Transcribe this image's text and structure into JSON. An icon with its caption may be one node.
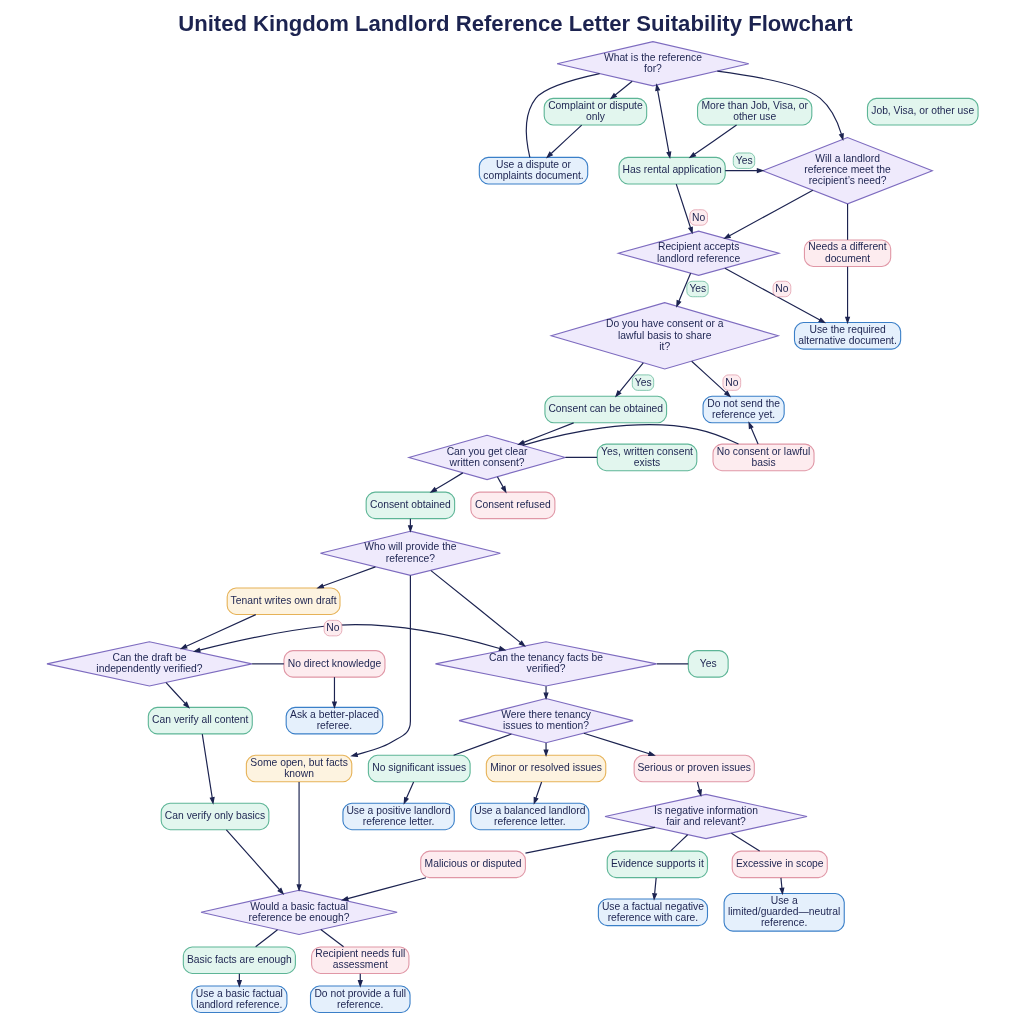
{
  "diagram": {
    "title": "United Kingdom Landlord Reference Letter Suitability Flowchart",
    "nodes": [
      {
        "text": [
          "What is the reference for?"
        ]
      },
      {
        "text": [
          "More than Job, Visa, or other use"
        ]
      },
      {
        "text": [
          "Job, Visa, or other use"
        ]
      },
      {
        "text": [
          "Complaint or dispute only"
        ]
      },
      {
        "text": [
          "Has rental application"
        ]
      },
      {
        "text": [
          "Will a landlord reference meet the recipient’s need?"
        ]
      },
      {
        "text": [
          "Use a dispute or complaints document."
        ]
      },
      {
        "text": [
          "Recipient accepts landlord reference"
        ]
      },
      {
        "text": [
          "Needs a different document"
        ]
      },
      {
        "text": [
          "Use the required alternative document."
        ]
      },
      {
        "text": [
          "Do you have consent or a lawful basis to share it?"
        ]
      },
      {
        "text": [
          "Consent can be obtained"
        ]
      },
      {
        "text": [
          "Do not send the reference yet."
        ]
      },
      {
        "text": [
          "Yes, written consent exists"
        ]
      },
      {
        "text": [
          "Can you get clear written consent?"
        ]
      },
      {
        "text": [
          "No consent or lawful basis"
        ]
      },
      {
        "text": [
          "Consent obtained"
        ]
      },
      {
        "text": [
          "Consent refused"
        ]
      },
      {
        "text": [
          "Who will provide the reference?"
        ]
      },
      {
        "text": [
          "Tenant writes own draft"
        ]
      },
      {
        "text": [
          "Yes"
        ]
      },
      {
        "text": [
          "Can the tenancy facts be verified?"
        ]
      },
      {
        "text": [
          "Can the draft be independently verified?"
        ]
      },
      {
        "text": [
          "No direct knowledge"
        ]
      },
      {
        "text": [
          "Were there tenancy issues to mention?"
        ]
      },
      {
        "text": [
          "Ask a better-placed referee."
        ]
      },
      {
        "text": [
          "Can verify all content"
        ]
      },
      {
        "text": [
          "No significant issues"
        ]
      },
      {
        "text": [
          "Minor or resolved issues"
        ]
      },
      {
        "text": [
          "Serious or proven issues"
        ]
      },
      {
        "text": [
          "Some open, but facts known"
        ]
      },
      {
        "text": [
          "Use a positive landlord reference letter."
        ]
      },
      {
        "text": [
          "Use a balanced landlord reference letter."
        ]
      },
      {
        "text": [
          "Is negative information fair and relevant?"
        ]
      },
      {
        "text": [
          "Can verify only basics"
        ]
      },
      {
        "text": [
          "Evidence supports it"
        ]
      },
      {
        "text": [
          "Excessive in scope"
        ]
      },
      {
        "text": [
          "Malicious or disputed"
        ]
      },
      {
        "text": [
          "Use a factual negative reference with care."
        ]
      },
      {
        "text": [
          "Use a limited/guarded—neutral reference."
        ]
      },
      {
        "text": [
          "Would a basic factual reference be enough?"
        ]
      },
      {
        "text": [
          "Basic facts are enough"
        ]
      },
      {
        "text": [
          "Recipient needs full assessment"
        ]
      },
      {
        "text": [
          "Use a basic factual landlord reference."
        ]
      },
      {
        "text": [
          "Do not provide a full reference."
        ]
      }
    ],
    "edges": [
      {
        "from": 0,
        "to": 4,
        "arrow": "both"
      },
      {
        "from": 0,
        "to": 3,
        "arrow": "to"
      },
      {
        "from": 0,
        "to": 5,
        "arrow": "to"
      },
      {
        "from": 0,
        "to": 6,
        "arrow": "none"
      },
      {
        "from": 1,
        "to": 4,
        "arrow": "to"
      },
      {
        "from": 3,
        "to": 6,
        "arrow": "to"
      },
      {
        "from": 4,
        "to": 5,
        "arrow": "to",
        "label": "Yes"
      },
      {
        "from": 4,
        "to": 7,
        "arrow": "to",
        "label": "No"
      },
      {
        "from": 5,
        "to": 7,
        "arrow": "to"
      },
      {
        "from": 5,
        "to": 8,
        "arrow": "none"
      },
      {
        "from": 8,
        "to": 9,
        "arrow": "to"
      },
      {
        "from": 7,
        "to": 9,
        "arrow": "to",
        "label": "No"
      },
      {
        "from": 7,
        "to": 10,
        "arrow": "to",
        "label": "Yes"
      },
      {
        "from": 10,
        "to": 11,
        "arrow": "to",
        "label": "Yes"
      },
      {
        "from": 10,
        "to": 12,
        "arrow": "to",
        "label": "No"
      },
      {
        "from": 11,
        "to": 14,
        "arrow": "to"
      },
      {
        "from": 14,
        "to": 13,
        "arrow": "none"
      },
      {
        "from": 14,
        "to": 15,
        "arrow": "none"
      },
      {
        "from": 15,
        "to": 12,
        "arrow": "to"
      },
      {
        "from": 14,
        "to": 16,
        "arrow": "to"
      },
      {
        "from": 14,
        "to": 17,
        "arrow": "to"
      },
      {
        "from": 16,
        "to": 18,
        "arrow": "to"
      },
      {
        "from": 18,
        "to": 21,
        "arrow": "to"
      },
      {
        "from": 18,
        "to": 19,
        "arrow": "to"
      },
      {
        "from": 18,
        "to": 30,
        "arrow": "to"
      },
      {
        "from": 19,
        "to": 22,
        "arrow": "to"
      },
      {
        "from": 22,
        "to": 21,
        "arrow": "both",
        "label": "No"
      },
      {
        "from": 21,
        "to": 20,
        "arrow": "none"
      },
      {
        "from": 21,
        "to": 24,
        "arrow": "to"
      },
      {
        "from": 22,
        "to": 23,
        "arrow": "none"
      },
      {
        "from": 23,
        "to": 25,
        "arrow": "to"
      },
      {
        "from": 22,
        "to": 26,
        "arrow": "to"
      },
      {
        "from": 24,
        "to": 27,
        "arrow": "none"
      },
      {
        "from": 24,
        "to": 28,
        "arrow": "to"
      },
      {
        "from": 24,
        "to": 29,
        "arrow": "to"
      },
      {
        "from": 27,
        "to": 31,
        "arrow": "to"
      },
      {
        "from": 28,
        "to": 32,
        "arrow": "to"
      },
      {
        "from": 29,
        "to": 33,
        "arrow": "to"
      },
      {
        "from": 26,
        "to": 34,
        "arrow": "to"
      },
      {
        "from": 33,
        "to": 35,
        "arrow": "none"
      },
      {
        "from": 33,
        "to": 36,
        "arrow": "none"
      },
      {
        "from": 33,
        "to": 37,
        "arrow": "none"
      },
      {
        "from": 35,
        "to": 38,
        "arrow": "to"
      },
      {
        "from": 36,
        "to": 39,
        "arrow": "to"
      },
      {
        "from": 37,
        "to": 40,
        "arrow": "to"
      },
      {
        "from": 30,
        "to": 40,
        "arrow": "to"
      },
      {
        "from": 34,
        "to": 40,
        "arrow": "to"
      },
      {
        "from": 40,
        "to": 41,
        "arrow": "none"
      },
      {
        "from": 40,
        "to": 42,
        "arrow": "none"
      },
      {
        "from": 41,
        "to": 43,
        "arrow": "to"
      },
      {
        "from": 42,
        "to": 44,
        "arrow": "to"
      }
    ]
  }
}
